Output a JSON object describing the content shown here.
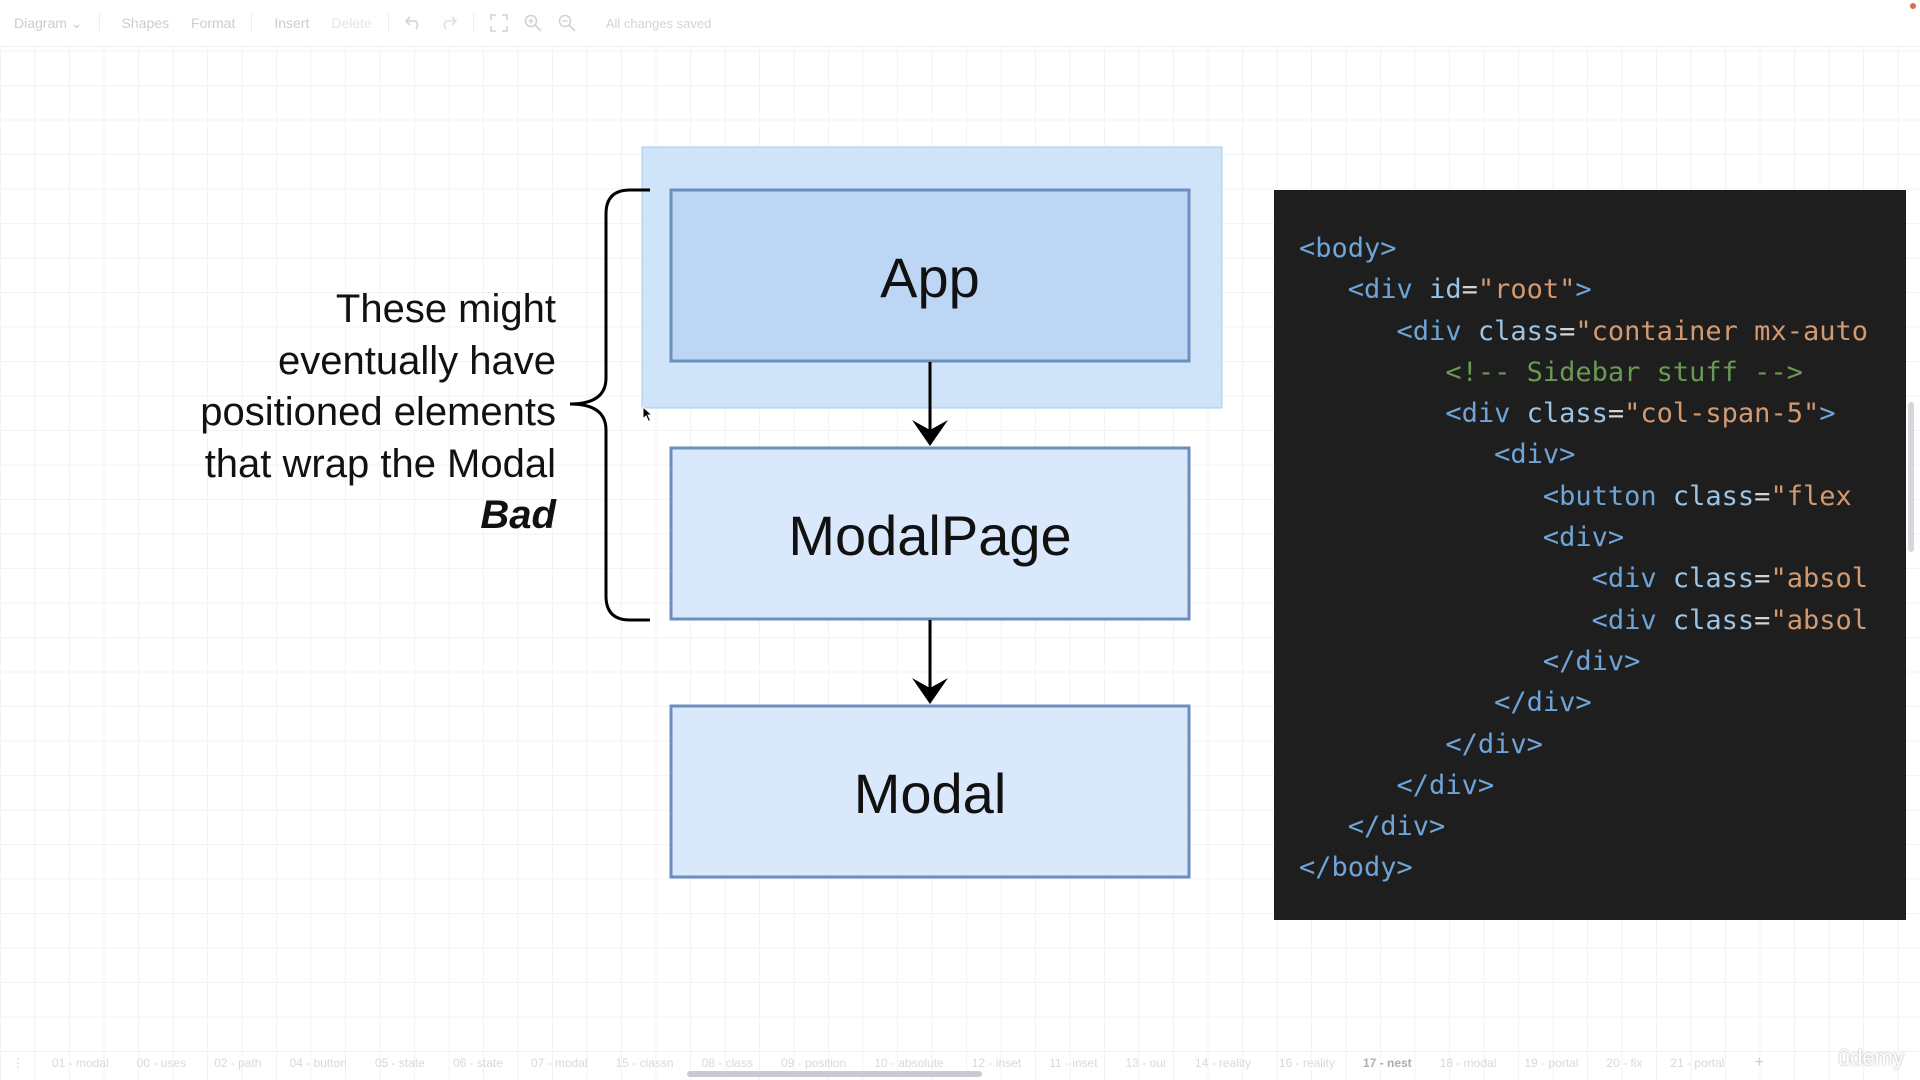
{
  "toolbar": {
    "diagram_label": "Diagram",
    "diagram_chevron": "⌄",
    "shapes_label": "Shapes",
    "format_label": "Format",
    "insert_label": "Insert",
    "delete_label": "Delete",
    "status": "All changes saved",
    "icons": [
      "undo-icon",
      "redo-icon",
      "fullscreen-icon",
      "zoom-in-icon",
      "zoom-out-icon"
    ]
  },
  "diagram": {
    "nodes": [
      {
        "label": "App",
        "fill": "#bcd6f4",
        "stroke": "#6c8ebf"
      },
      {
        "label": "ModalPage",
        "fill": "#dae8fc",
        "stroke": "#6c8ebf"
      },
      {
        "label": "Modal",
        "fill": "#dae8fc",
        "stroke": "#6c8ebf"
      }
    ],
    "selection_fill": "#cfe4f8",
    "note_lines": [
      "These might",
      "eventually have",
      "positioned elements",
      "that wrap the Modal"
    ],
    "note_emphasis": "Bad"
  },
  "code_lines": [
    [
      {
        "t": "<body>",
        "c": "tag"
      }
    ],
    [
      {
        "t": "   ",
        "c": ""
      },
      {
        "t": "<div ",
        "c": "tag"
      },
      {
        "t": "id",
        "c": "attr"
      },
      {
        "t": "=",
        "c": "eq"
      },
      {
        "t": "\"root\"",
        "c": "str"
      },
      {
        "t": ">",
        "c": "tag"
      }
    ],
    [
      {
        "t": "      ",
        "c": ""
      },
      {
        "t": "<div ",
        "c": "tag"
      },
      {
        "t": "class",
        "c": "attr"
      },
      {
        "t": "=",
        "c": "eq"
      },
      {
        "t": "\"container mx-auto",
        "c": "str"
      }
    ],
    [
      {
        "t": "         ",
        "c": ""
      },
      {
        "t": "<!-- Sidebar stuff -->",
        "c": "cmt"
      }
    ],
    [
      {
        "t": "         ",
        "c": ""
      },
      {
        "t": "<div ",
        "c": "tag"
      },
      {
        "t": "class",
        "c": "attr"
      },
      {
        "t": "=",
        "c": "eq"
      },
      {
        "t": "\"col-span-5\"",
        "c": "str"
      },
      {
        "t": ">",
        "c": "tag"
      }
    ],
    [
      {
        "t": "            ",
        "c": ""
      },
      {
        "t": "<div>",
        "c": "tag"
      }
    ],
    [
      {
        "t": "               ",
        "c": ""
      },
      {
        "t": "<button ",
        "c": "tag"
      },
      {
        "t": "class",
        "c": "attr"
      },
      {
        "t": "=",
        "c": "eq"
      },
      {
        "t": "\"flex",
        "c": "str"
      }
    ],
    [
      {
        "t": "               ",
        "c": ""
      },
      {
        "t": "<div>",
        "c": "tag"
      }
    ],
    [
      {
        "t": "                  ",
        "c": ""
      },
      {
        "t": "<div ",
        "c": "tag"
      },
      {
        "t": "class",
        "c": "attr"
      },
      {
        "t": "=",
        "c": "eq"
      },
      {
        "t": "\"absol",
        "c": "str"
      }
    ],
    [
      {
        "t": "                  ",
        "c": ""
      },
      {
        "t": "<div ",
        "c": "tag"
      },
      {
        "t": "class",
        "c": "attr"
      },
      {
        "t": "=",
        "c": "eq"
      },
      {
        "t": "\"absol",
        "c": "str"
      }
    ],
    [
      {
        "t": "               ",
        "c": ""
      },
      {
        "t": "</div>",
        "c": "tag"
      }
    ],
    [
      {
        "t": "            ",
        "c": ""
      },
      {
        "t": "</div>",
        "c": "tag"
      }
    ],
    [
      {
        "t": "         ",
        "c": ""
      },
      {
        "t": "</div>",
        "c": "tag"
      }
    ],
    [
      {
        "t": "      ",
        "c": ""
      },
      {
        "t": "</div>",
        "c": "tag"
      }
    ],
    [
      {
        "t": "   ",
        "c": ""
      },
      {
        "t": "</div>",
        "c": "tag"
      }
    ],
    [
      {
        "t": "</body>",
        "c": "tag"
      }
    ]
  ],
  "bottom_tabs": [
    {
      "label": "01 - modal",
      "active": false
    },
    {
      "label": "00 - uses",
      "active": false
    },
    {
      "label": "02 - path",
      "active": false
    },
    {
      "label": "04 - button",
      "active": false
    },
    {
      "label": "05 - state",
      "active": false
    },
    {
      "label": "06 - state",
      "active": false
    },
    {
      "label": "07 - modal",
      "active": false
    },
    {
      "label": "15 - classn",
      "active": false
    },
    {
      "label": "08 - class",
      "active": false
    },
    {
      "label": "09 - position",
      "active": false
    },
    {
      "label": "10 - absolute",
      "active": false
    },
    {
      "label": "12 - inset",
      "active": false
    },
    {
      "label": "11 - inset",
      "active": false
    },
    {
      "label": "13 - our",
      "active": false
    },
    {
      "label": "14 - reality",
      "active": false
    },
    {
      "label": "16 - reality",
      "active": false
    },
    {
      "label": "17 - nest",
      "active": true
    },
    {
      "label": "18 - modal",
      "active": false
    },
    {
      "label": "19 - portal",
      "active": false
    },
    {
      "label": "20 - fix",
      "active": false
    },
    {
      "label": "21 - portal",
      "active": false
    }
  ],
  "bottom_dots": "⋮",
  "bottom_plus": "+",
  "watermark": "ûdemy"
}
